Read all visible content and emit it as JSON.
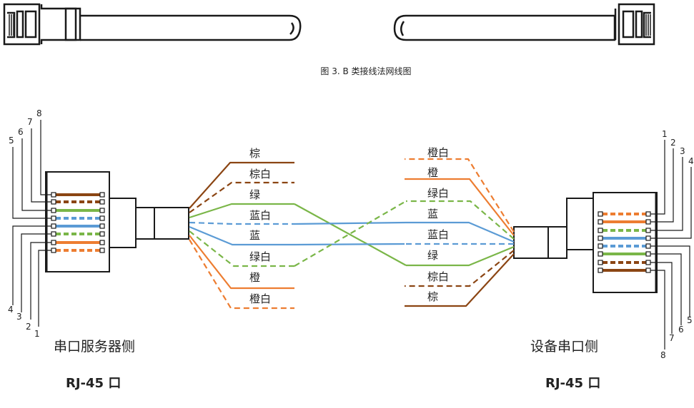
{
  "caption": "图 3. B 类接线法网线图",
  "watermark": "",
  "colors": {
    "brown": "#8B4513",
    "green": "#7AB648",
    "blue": "#5B9BD5",
    "orange": "#ED7D31",
    "outline": "#1a1a1a"
  },
  "left": {
    "side_label": "串口服务器侧",
    "port_label": "RJ-45 口",
    "pins_top": [
      "5",
      "6",
      "7",
      "8"
    ],
    "pins_bottom": [
      "4",
      "3",
      "2",
      "1"
    ],
    "wires": [
      {
        "label": "棕",
        "color": "brown",
        "dashed": false
      },
      {
        "label": "棕白",
        "color": "brown",
        "dashed": true
      },
      {
        "label": "绿",
        "color": "green",
        "dashed": false
      },
      {
        "label": "蓝白",
        "color": "blue",
        "dashed": true
      },
      {
        "label": "蓝",
        "color": "blue",
        "dashed": false
      },
      {
        "label": "绿白",
        "color": "green",
        "dashed": true
      },
      {
        "label": "橙",
        "color": "orange",
        "dashed": false
      },
      {
        "label": "橙白",
        "color": "orange",
        "dashed": true
      }
    ]
  },
  "right": {
    "side_label": "设备串口侧",
    "port_label": "RJ-45 口",
    "pins_top": [
      "1",
      "2",
      "3",
      "4"
    ],
    "pins_bottom": [
      "5",
      "6",
      "7",
      "8"
    ],
    "wires": [
      {
        "label": "橙白",
        "color": "orange",
        "dashed": true
      },
      {
        "label": "橙",
        "color": "orange",
        "dashed": false
      },
      {
        "label": "绿白",
        "color": "green",
        "dashed": true
      },
      {
        "label": "蓝",
        "color": "blue",
        "dashed": false
      },
      {
        "label": "蓝白",
        "color": "blue",
        "dashed": true
      },
      {
        "label": "绿",
        "color": "green",
        "dashed": false
      },
      {
        "label": "棕白",
        "color": "brown",
        "dashed": true
      },
      {
        "label": "棕",
        "color": "brown",
        "dashed": false
      }
    ]
  }
}
